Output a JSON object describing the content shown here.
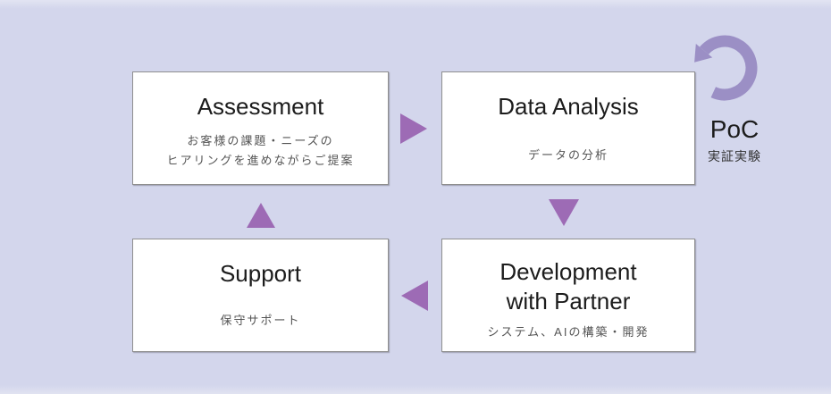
{
  "diagram_title": "AI development process cycle",
  "colors": {
    "background": "#d3d6ec",
    "background_edge": "#e1e3f1",
    "box_fill": "#ffffff",
    "box_border": "#8f8f8f",
    "arrow": "#9d6bb5",
    "cycle_arrow": "#9b8fc5",
    "title_text": "#1c1c1c",
    "subtitle_text": "#555555"
  },
  "boxes": [
    {
      "id": "assessment",
      "title": "Assessment",
      "subtitle_lines": [
        "お客様の課題・ニーズの",
        "ヒアリングを進めながらご提案"
      ]
    },
    {
      "id": "data-analysis",
      "title": "Data Analysis",
      "subtitle_lines": [
        "データの分析"
      ]
    },
    {
      "id": "development",
      "title_lines": [
        "Development",
        "with Partner"
      ],
      "subtitle_lines": [
        "システム、AIの構築・開発"
      ]
    },
    {
      "id": "support",
      "title": "Support",
      "subtitle_lines": [
        "保守サポート"
      ]
    }
  ],
  "poc": {
    "label": "PoC",
    "sublabel": "実証実験",
    "icon": "cycle-arrow-icon"
  },
  "arrows": [
    "arrow-assessment-to-data-analysis",
    "arrow-data-analysis-to-development",
    "arrow-development-to-support",
    "arrow-support-to-assessment"
  ]
}
